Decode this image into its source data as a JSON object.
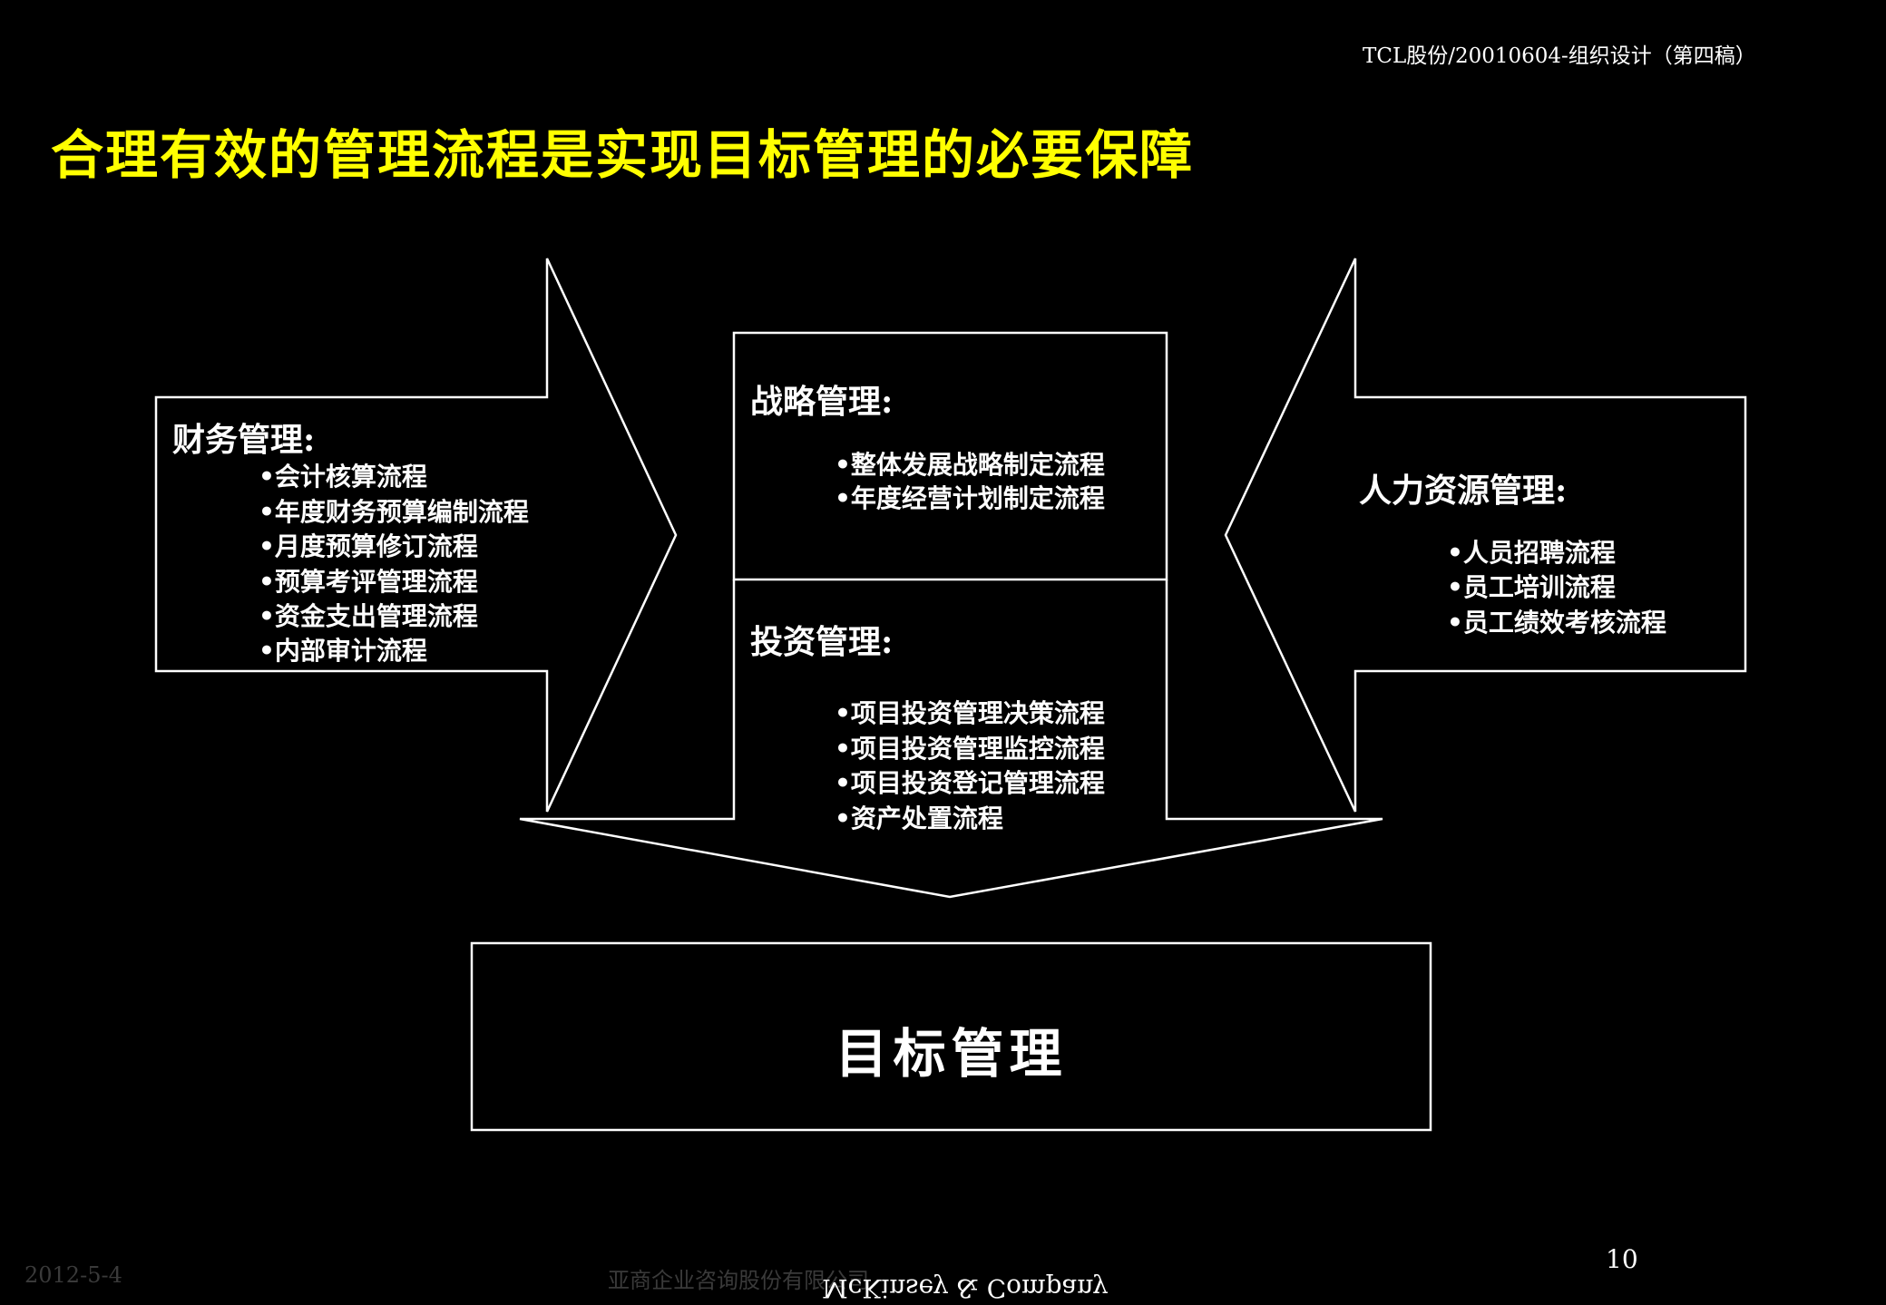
{
  "header": {
    "doc_ref": "TCL股份/20010604-组织设计（第四稿）"
  },
  "title": "合理有效的管理流程是实现目标管理的必要保障",
  "finance": {
    "heading": "财务管理:",
    "items": [
      "•会计核算流程",
      "•年度财务预算编制流程",
      "•月度预算修订流程",
      "•预算考评管理流程",
      "•资金支出管理流程",
      "•内部审计流程"
    ]
  },
  "strategy": {
    "heading": "战略管理:",
    "items": [
      "•整体发展战略制定流程",
      "•年度经营计划制定流程"
    ]
  },
  "investment": {
    "heading": "投资管理:",
    "items": [
      "•项目投资管理决策流程",
      "•项目投资管理监控流程",
      "•项目投资登记管理流程",
      "•资产处置流程"
    ]
  },
  "hr": {
    "heading": "人力资源管理:",
    "items": [
      "•人员招聘流程",
      "•员工培训流程",
      "•员工绩效考核流程"
    ]
  },
  "target": "目标管理",
  "footer": {
    "date": "2012-5-4",
    "company": "亚商企业咨询股份有限公司",
    "page": "10",
    "watermark": "McKinsey & Company"
  },
  "colors": {
    "title": "#ffff00",
    "background": "#000000",
    "lines": "#ffffff"
  }
}
